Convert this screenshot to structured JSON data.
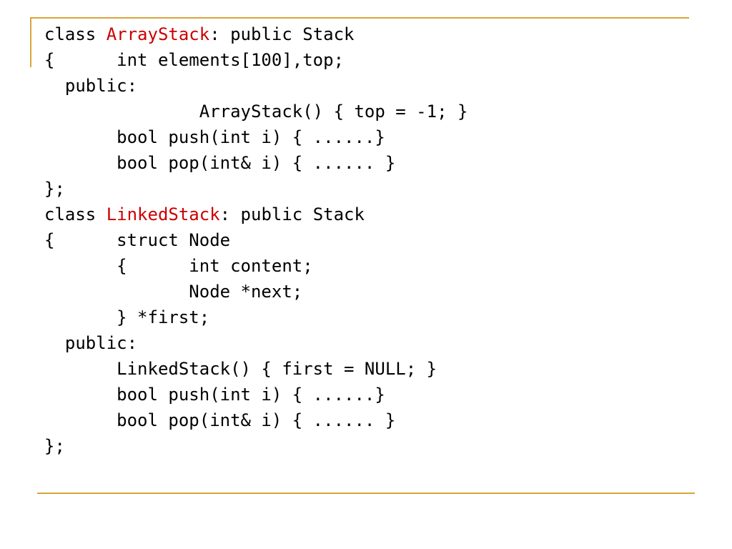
{
  "colors": {
    "background": "#ffffff",
    "rule": "#d9a43a",
    "text": "#000000",
    "highlight": "#cc0000"
  },
  "code": {
    "lines": [
      {
        "segments": [
          {
            "text": "class "
          },
          {
            "text": "ArrayStack",
            "highlight": true
          },
          {
            "text": ": public Stack"
          }
        ]
      },
      {
        "segments": [
          {
            "text": "{      int elements[100],top;"
          }
        ]
      },
      {
        "segments": [
          {
            "text": "  public:"
          }
        ]
      },
      {
        "segments": [
          {
            "text": "               ArrayStack() { top = -1; }"
          }
        ]
      },
      {
        "segments": [
          {
            "text": "       bool push(int i) { ......}"
          }
        ]
      },
      {
        "segments": [
          {
            "text": "       bool pop(int& i) { ...... }"
          }
        ]
      },
      {
        "segments": [
          {
            "text": "};"
          }
        ]
      },
      {
        "segments": [
          {
            "text": "class "
          },
          {
            "text": "LinkedStack",
            "highlight": true
          },
          {
            "text": ": public Stack"
          }
        ]
      },
      {
        "segments": [
          {
            "text": "{      struct Node"
          }
        ]
      },
      {
        "segments": [
          {
            "text": "       {      int content;"
          }
        ]
      },
      {
        "segments": [
          {
            "text": "              Node *next;"
          }
        ]
      },
      {
        "segments": [
          {
            "text": "       } *first;"
          }
        ]
      },
      {
        "segments": [
          {
            "text": "  public:"
          }
        ]
      },
      {
        "segments": [
          {
            "text": "       LinkedStack() { first = NULL; }"
          }
        ]
      },
      {
        "segments": [
          {
            "text": "       bool push(int i) { ......}"
          }
        ]
      },
      {
        "segments": [
          {
            "text": "       bool pop(int& i) { ...... }"
          }
        ]
      },
      {
        "segments": [
          {
            "text": "};"
          }
        ]
      }
    ]
  }
}
